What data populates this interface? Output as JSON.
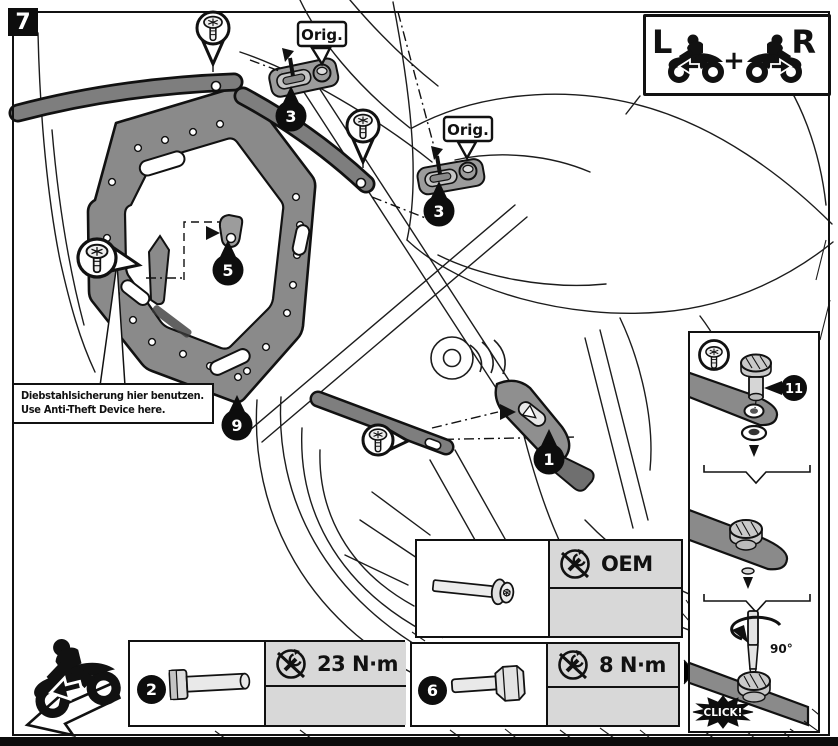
{
  "step_number": "7",
  "legend": {
    "left": "L",
    "plus": "+",
    "right": "R"
  },
  "labels": {
    "orig1": "Orig.",
    "orig2": "Orig."
  },
  "anti_theft": {
    "line1": "Diebstahlsicherung hier benutzen.",
    "line2": "Use Anti-Theft Device here."
  },
  "callouts": {
    "c1": "1",
    "c2": "2",
    "c3a": "3",
    "c3b": "3",
    "c5": "5",
    "c6": "6",
    "c9": "9",
    "c11": "11"
  },
  "tables": {
    "oem": {
      "value": "OEM"
    },
    "t23": {
      "value": "23 N·m"
    },
    "t8": {
      "value": "8 N·m"
    }
  },
  "panel": {
    "angle": "90°",
    "click": "CLICK!"
  },
  "colors": {
    "carrier_gray": "#8a8a8a",
    "arm_gray": "#7e7e7e",
    "plate_gray": "#9c9c9c",
    "table_gray": "#d8d8d8",
    "ink": "#111111"
  }
}
